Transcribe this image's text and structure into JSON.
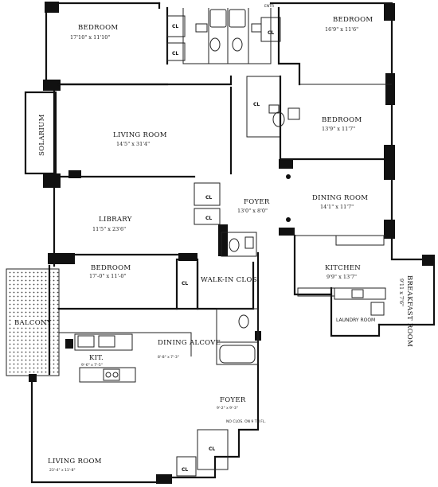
{
  "top_marker": "ENTR",
  "rooms": {
    "bedroom_nw": {
      "name": "BEDROOM",
      "dim": "17'10\" x 11'10\""
    },
    "bedroom_ne": {
      "name": "BEDROOM",
      "dim": "16'9\" x 11'6\""
    },
    "bedroom_e": {
      "name": "BEDROOM",
      "dim": "13'9\" x 11'7\""
    },
    "living_room_n": {
      "name": "LIVING ROOM",
      "dim": "14'5\" x 31'4\""
    },
    "solarium": {
      "name": "SOLARIUM"
    },
    "foyer_n": {
      "name": "FOYER",
      "dim": "13'0\" x 8'0\""
    },
    "dining_room": {
      "name": "DINING ROOM",
      "dim": "14'1\" x 11'7\""
    },
    "library": {
      "name": "LIBRARY",
      "dim": "11'5\" x 23'6\""
    },
    "kitchen": {
      "name": "KITCHEN",
      "dim": "9'9\" x 13'7\""
    },
    "breakfast_room": {
      "name": "BREAKFAST ROOM",
      "dim": "9'11 x 7'6\""
    },
    "laundry_room": {
      "name": "LAUNDRY ROOM"
    },
    "bedroom_s": {
      "name": "BEDROOM",
      "dim": "17'-0\" x 11'-0\""
    },
    "walk_in_clos": {
      "name": "WALK-IN CLOS."
    },
    "balcony": {
      "name": "BALCONY"
    },
    "kit": {
      "name": "KIT.",
      "dim": "9'-6\" x 7'-5\""
    },
    "dining_alcove": {
      "name": "DINING ALCOVE",
      "dim": "8'-8\" x 7'-3\""
    },
    "foyer_s": {
      "name": "FOYER",
      "dim": "9'-2\" x 9'-3\"",
      "note": "NO CLOS. ON 9 TH FL."
    },
    "living_room_s": {
      "name": "LIVING ROOM",
      "dim": "23'-4\" x 11'-8\""
    }
  },
  "closet_label": "CL"
}
